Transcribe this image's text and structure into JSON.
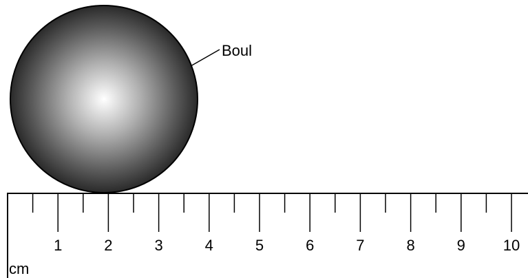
{
  "ball": {
    "label": "Boul"
  },
  "ruler": {
    "unit": "cm",
    "min": 0,
    "max": 10,
    "labels": [
      "1",
      "2",
      "3",
      "4",
      "5",
      "6",
      "7",
      "8",
      "9",
      "10"
    ],
    "half_ticks": true
  },
  "colors": {
    "ball_highlight": "#ffffff",
    "ball_shadow": "#141414",
    "ink": "#000000",
    "background": "#ffffff"
  }
}
